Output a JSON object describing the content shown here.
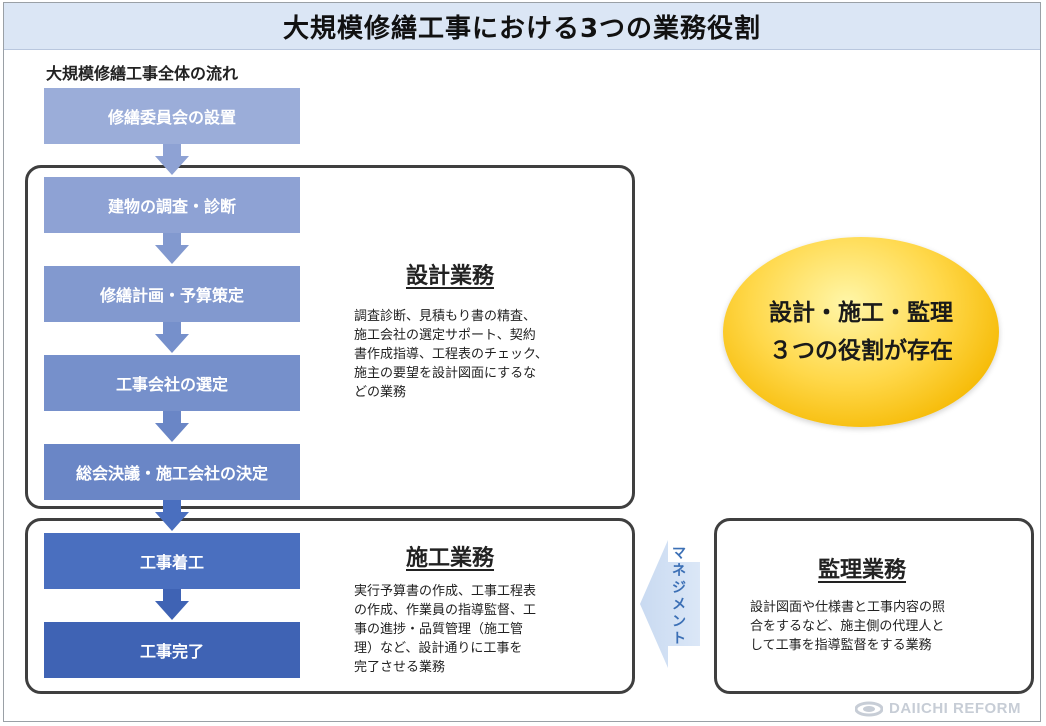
{
  "title": "大規模修繕工事における3つの業務役割",
  "flow_label": "大規模修繕工事全体の流れ",
  "steps": [
    {
      "label": "修繕委員会の設置",
      "color": "#9badd9"
    },
    {
      "label": "建物の調査・診断",
      "color": "#8ea2d4"
    },
    {
      "label": "修繕計画・予算策定",
      "color": "#8299cf"
    },
    {
      "label": "工事会社の選定",
      "color": "#7690cb"
    },
    {
      "label": "総会決議・施工会社の決定",
      "color": "#6a86c6"
    },
    {
      "label": "工事着工",
      "color": "#4a6fbf"
    },
    {
      "label": "工事完了",
      "color": "#3f63b4"
    }
  ],
  "design": {
    "title": "設計業務",
    "desc_lines": [
      "調査診断、見積もり書の精査、",
      "施工会社の選定サポート、契約",
      "書作成指導、工程表のチェック、",
      "施主の要望を設計図面にするな",
      "どの業務"
    ]
  },
  "construction": {
    "title": "施工業務",
    "desc_lines": [
      "実行予算書の作成、工事工程表",
      "の作成、作業員の指導監督、工",
      "事の進捗・品質管理（施工管",
      "理）など、設計通りに工事を",
      "完了させる業務"
    ]
  },
  "supervision": {
    "title": "監理業務",
    "desc_lines": [
      "設計図面や仕様書と工事内容の照",
      "合をするなど、施主側の代理人と",
      "して工事を指導監督をする業務"
    ]
  },
  "ellipse": {
    "line1": "設計・施工・監理",
    "line2": "３つの役割が存在"
  },
  "management_label": "マネジメント",
  "logo_text": "DAIICHI REFORM"
}
